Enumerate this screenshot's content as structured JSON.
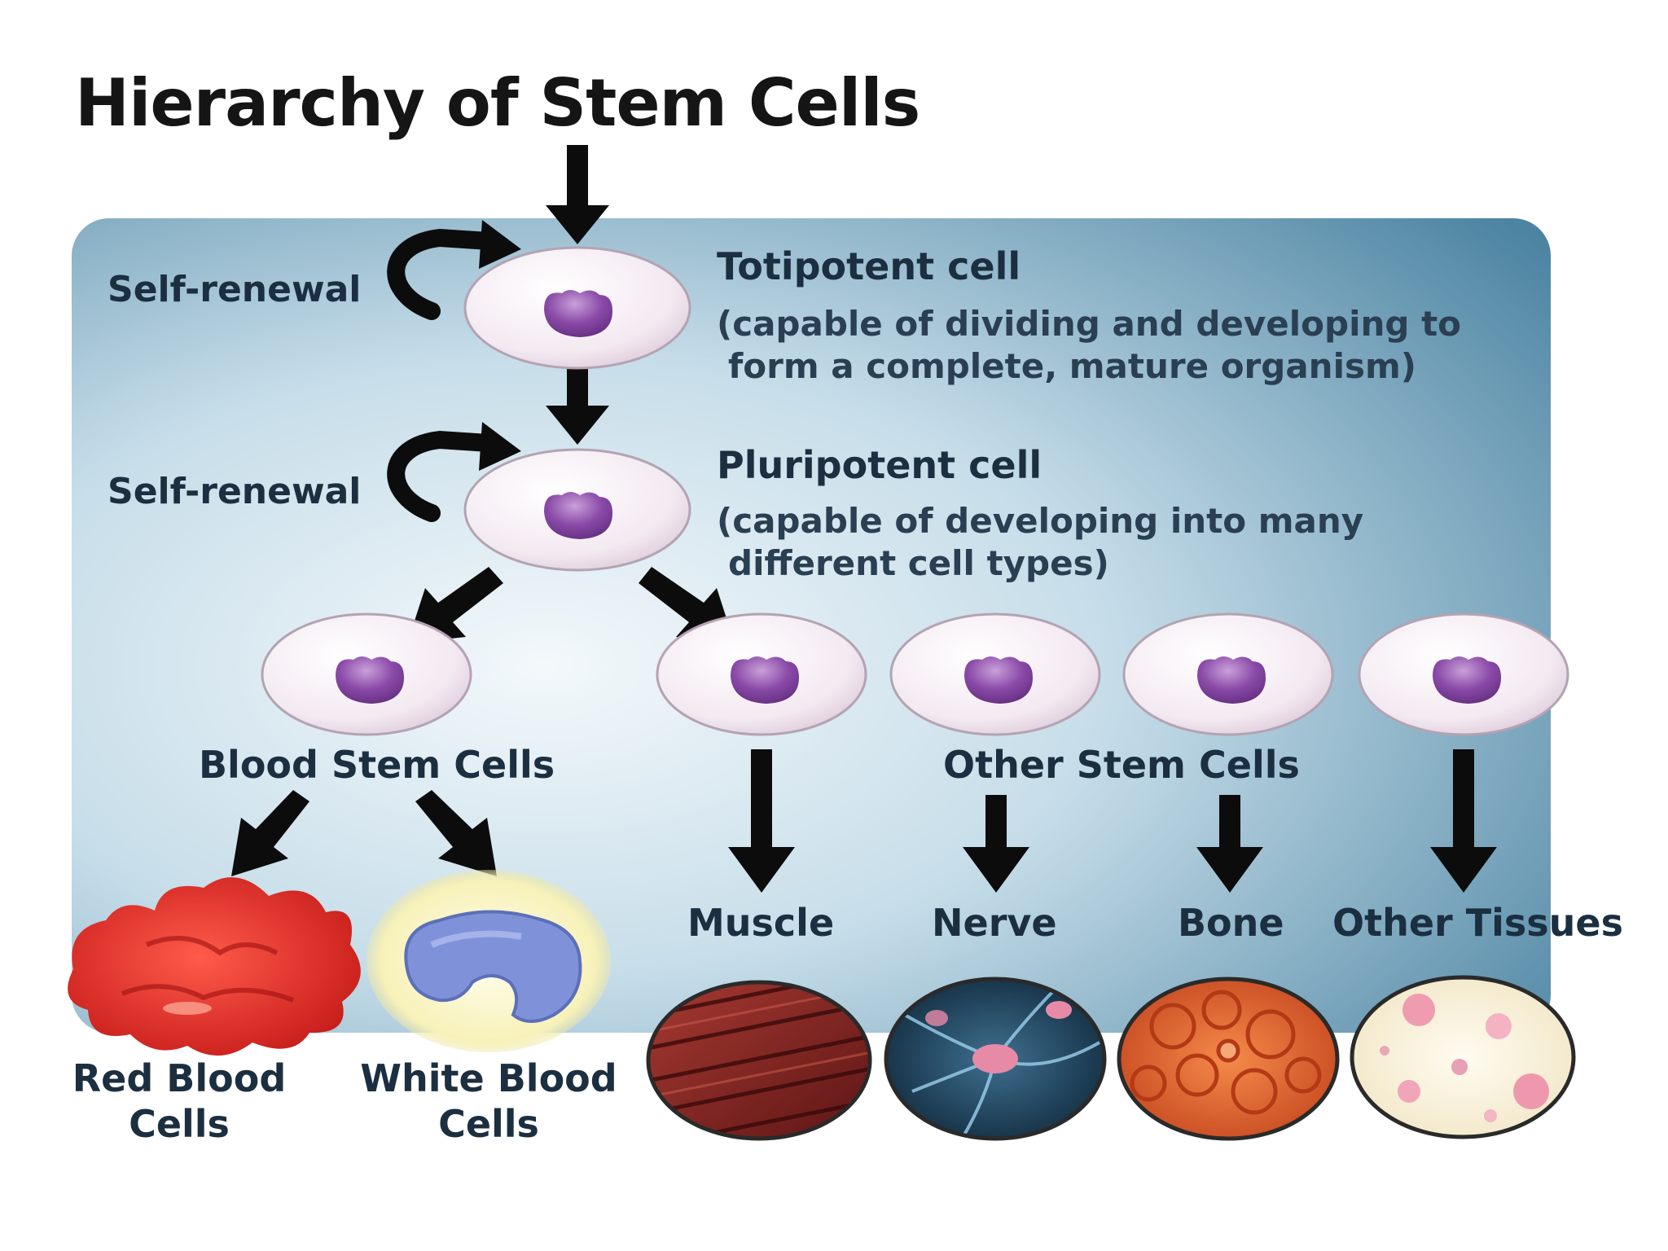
{
  "title": "Hierarchy of Stem Cells",
  "self_renewal_top": "Self-renewal",
  "self_renewal_mid": "Self-renewal",
  "totipotent": {
    "name": "Totipotent cell",
    "desc_line1": "(capable of dividing and developing to",
    "desc_line2": "form a complete, mature organism)"
  },
  "pluripotent": {
    "name": "Pluripotent cell",
    "desc_line1": "(capable of developing into many",
    "desc_line2": "different cell types)"
  },
  "groups": {
    "blood": "Blood Stem Cells",
    "other": "Other Stem Cells"
  },
  "tissues": {
    "muscle": "Muscle",
    "nerve": "Nerve",
    "bone": "Bone",
    "other": "Other Tissues"
  },
  "blood_products": {
    "red_line1": "Red Blood",
    "red_line2": "Cells",
    "white_line1": "White Blood",
    "white_line2": "Cells"
  },
  "colors": {
    "panel_light": "#eef5f9",
    "panel_dark": "#4f87a4",
    "cell_fill": "#f4ecf3",
    "nucleus": "#7a3f97",
    "arrow": "#0c0c0c",
    "red_blood": "#d62020",
    "white_blood": "#7d8fd8",
    "muscle": "#7a1e1e",
    "nerve": "#1d3f57",
    "bone": "#e0602e",
    "other_tissue": "#f5edd6"
  }
}
